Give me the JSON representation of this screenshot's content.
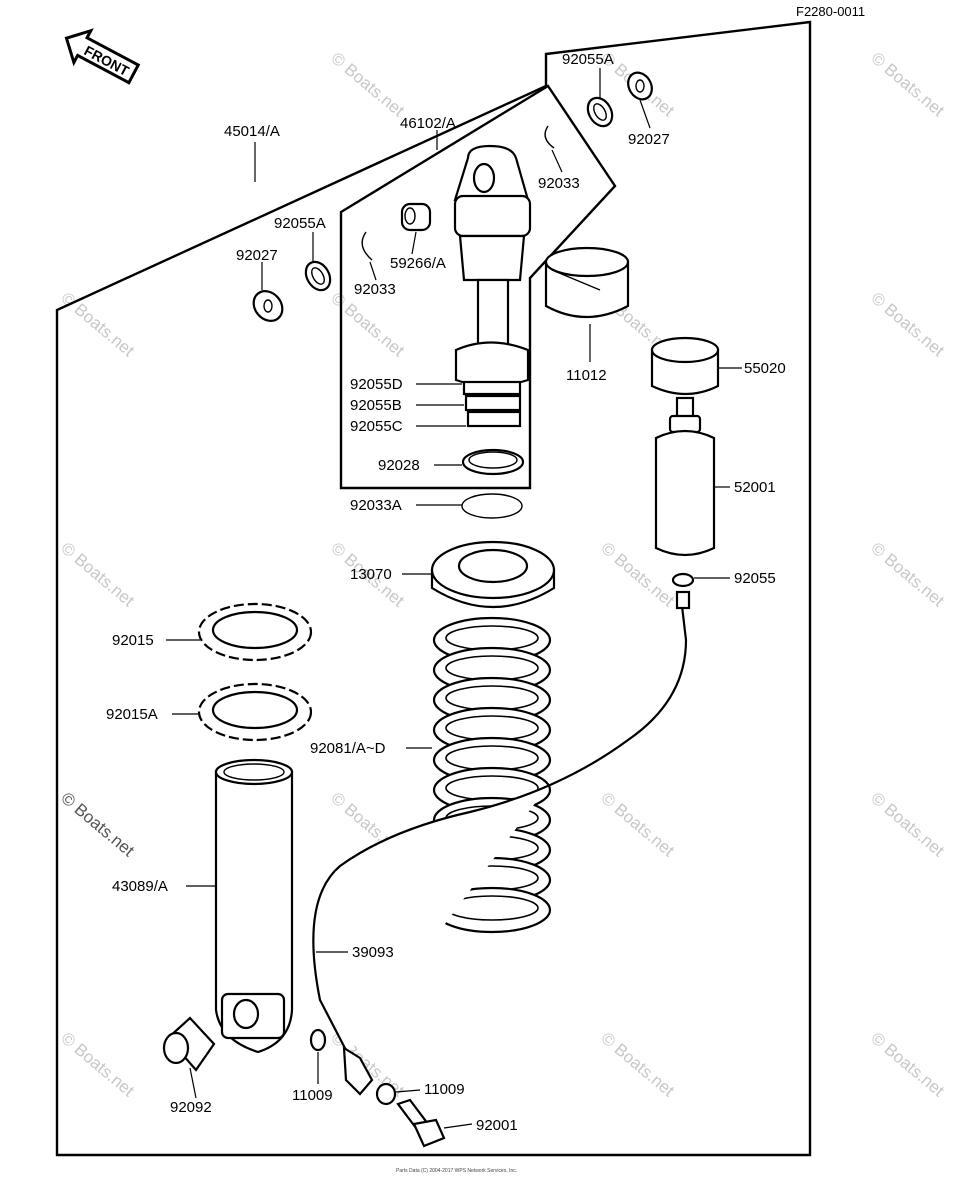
{
  "header": {
    "diagram_code": "F2280-0011",
    "front_label": "FRONT"
  },
  "watermark": {
    "text": "© Boats.net"
  },
  "footer": {
    "copyright": "Parts Data (C) 2004-2017 WPS Network Services, Inc."
  },
  "labels": {
    "p45014": "45014/A",
    "p46102": "46102/A",
    "p92055A_top": "92055A",
    "p92027_top": "92027",
    "p92033_top": "92033",
    "p92055A_left": "92055A",
    "p92027_left": "92027",
    "p59266": "59266/A",
    "p92033_left": "92033",
    "p11012": "11012",
    "p55020": "55020",
    "p92055D": "92055D",
    "p92055B": "92055B",
    "p92055C": "92055C",
    "p92028": "92028",
    "p52001": "52001",
    "p92033A": "92033A",
    "p13070": "13070",
    "p92055": "92055",
    "p92015": "92015",
    "p92015A": "92015A",
    "p92081": "92081/A~D",
    "p43089": "43089/A",
    "p39093": "39093",
    "p92092": "92092",
    "p11009_left": "11009",
    "p11009_right": "11009",
    "p92001": "92001"
  }
}
